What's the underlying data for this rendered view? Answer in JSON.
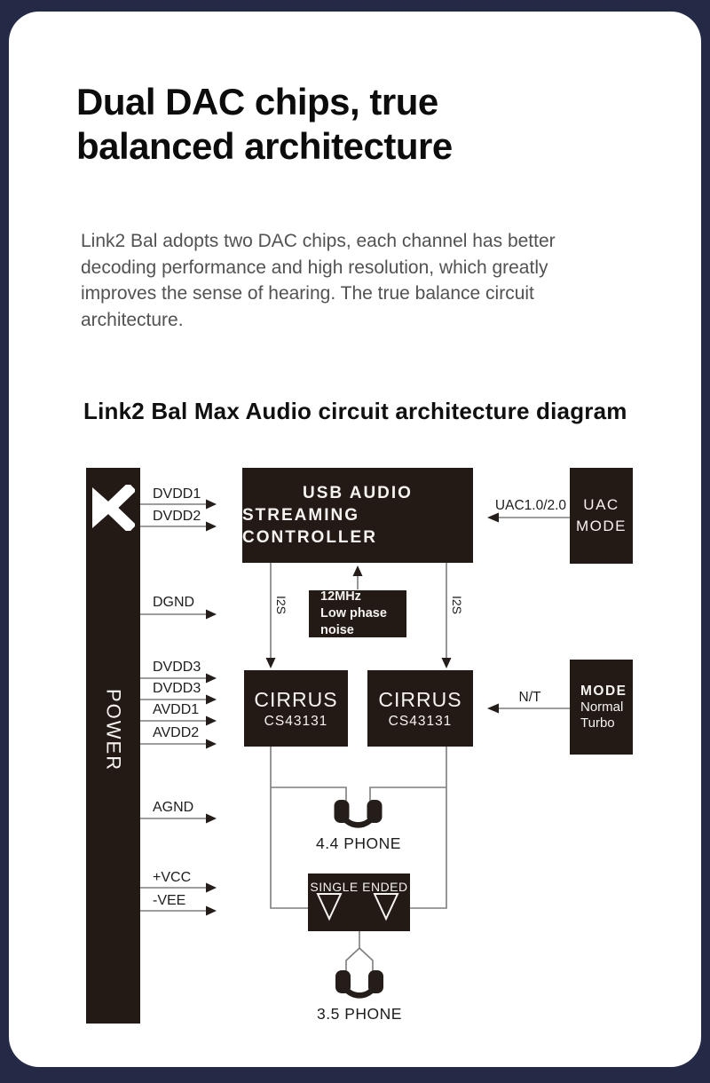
{
  "page": {
    "title_lines": [
      "Dual DAC chips, true",
      "balanced architecture"
    ],
    "paragraph_lines": [
      "Link2 Bal adopts two DAC chips, each channel has better",
      "decoding performance and high resolution, which greatly",
      "improves the sense of hearing. The true balance circuit",
      "architecture."
    ]
  },
  "diagram": {
    "heading": "Link2 Bal Max Audio circuit architecture diagram",
    "power": {
      "label": "POWER",
      "logo_icon": "xduoo-x-logo"
    },
    "power_rails": [
      "DVDD1",
      "DVDD2",
      "DGND",
      "DVDD3",
      "DVDD3",
      "AVDD1",
      "AVDD2",
      "AGND",
      "+VCC",
      "-VEE"
    ],
    "usb_controller": {
      "lines": [
        "USB AUDIO",
        "STREAMING CONTROLLER"
      ]
    },
    "clock": {
      "lines": [
        "12MHz",
        "Low phase noise"
      ]
    },
    "i2s_labels": [
      "I2S",
      "I2S"
    ],
    "dac_chips": [
      {
        "brand": "CIRRUS",
        "part": "CS43131"
      },
      {
        "brand": "CIRRUS",
        "part": "CS43131"
      }
    ],
    "uac": {
      "lines": [
        "UAC",
        "MODE"
      ],
      "arrow_label": "UAC1.0/2.0"
    },
    "mode": {
      "title": "MODE",
      "options": [
        "Normal",
        "Turbo"
      ],
      "arrow_label": "N/T"
    },
    "single_ended": {
      "label": "SINGLE ENDED"
    },
    "outputs": {
      "balanced": "4.4 PHONE",
      "unbalanced": "3.5 PHONE"
    }
  },
  "colors": {
    "background_navy": "#242946",
    "block_dark": "#231a16",
    "wire_gray": "#7d7d7d",
    "text_on_dark": "#f6f3f0"
  }
}
